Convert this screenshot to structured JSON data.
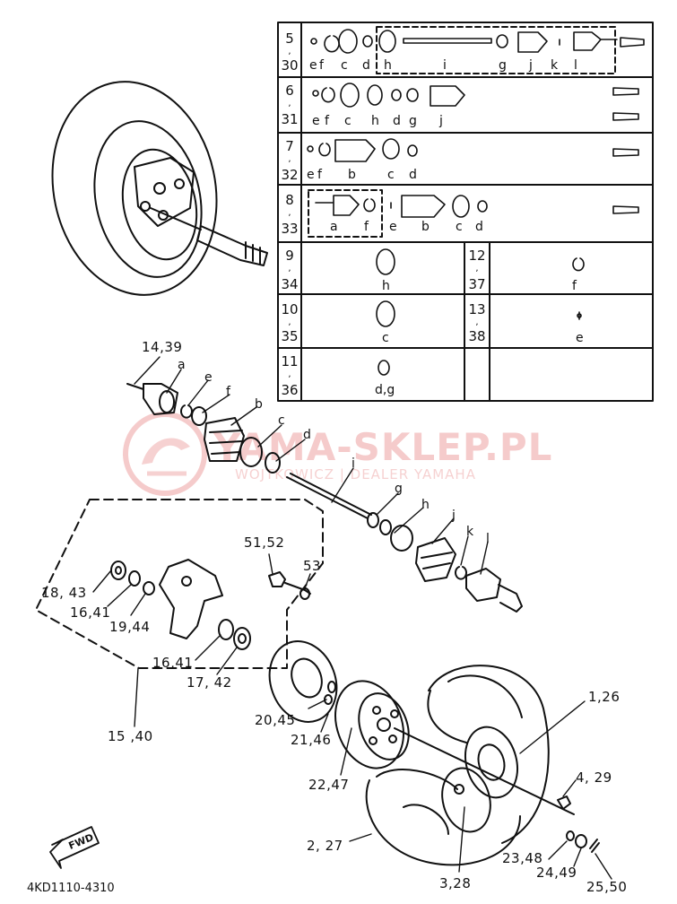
{
  "watermark": {
    "brand": "YAMA-SKLEP.PL",
    "dealer": "WOJTKOWICZ | DEALER YAMAHA"
  },
  "table": {
    "rows": [
      {
        "nums": [
          "5",
          "30"
        ],
        "letters": [
          "e",
          "f",
          "c",
          "d",
          "h",
          "i",
          "g",
          "j",
          "k",
          "l"
        ]
      },
      {
        "nums": [
          "6",
          "31"
        ],
        "letters": [
          "e",
          "f",
          "c",
          "h",
          "d",
          "g",
          "j"
        ]
      },
      {
        "nums": [
          "7",
          "32"
        ],
        "letters": [
          "e",
          "f",
          "b",
          "c",
          "d"
        ]
      },
      {
        "nums": [
          "8",
          "33"
        ],
        "letters": [
          "a",
          "f",
          "e",
          "b",
          "c",
          "d"
        ]
      },
      {
        "nums": [
          "9",
          "34"
        ],
        "letters": [
          "h"
        ],
        "right_nums": [
          "12",
          "37"
        ],
        "right_letters": [
          "f"
        ]
      },
      {
        "nums": [
          "10",
          "35"
        ],
        "letters": [
          "c"
        ],
        "right_nums": [
          "13",
          "38"
        ],
        "right_letters": [
          "e"
        ]
      },
      {
        "nums": [
          "11",
          "36"
        ],
        "letters": [
          "d,g"
        ]
      }
    ]
  },
  "shaft_letters": [
    "a",
    "e",
    "f",
    "b",
    "c",
    "d",
    "i",
    "g",
    "h",
    "j",
    "k",
    "l"
  ],
  "callouts": {
    "c14_39": "14,39",
    "c51_52": "51,52",
    "c53": "53",
    "c18_43": "18, 43",
    "c16_41a": "16,41",
    "c19_44": "19,44",
    "c16_41b": "16,41",
    "c17_42": "17, 42",
    "c15_40": "15 ,40",
    "c20_45": "20,45",
    "c21_46": "21,46",
    "c22_47": "22,47",
    "c1_26": "1,26",
    "c4_29": "4, 29",
    "c2_27": "2, 27",
    "c3_28": "3,28",
    "c23_48": "23,48",
    "c24_49": "24,49",
    "c25_50": "25,50"
  },
  "fwd_label": "FWD",
  "diagram_code": "4KD1110-4310"
}
